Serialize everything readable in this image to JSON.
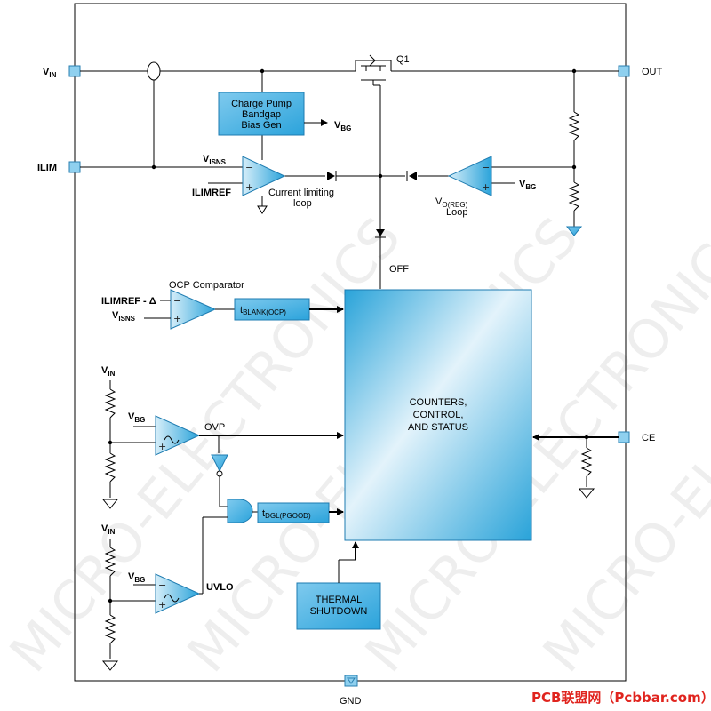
{
  "watermark": "MICRO-ELECTRONICS",
  "credit": "PCB联盟网（Pcbbar.com）",
  "pins": {
    "vin": "V",
    "vin_sub": "IN",
    "ilim": "ILIM",
    "out": "OUT",
    "ce": "CE",
    "gnd": "GND"
  },
  "transistor": "Q1",
  "chargepump": [
    "Charge Pump",
    "Bandgap",
    "Bias Gen"
  ],
  "vbg_out": "V",
  "vbg_out_sub": "BG",
  "visns": "V",
  "visns_sub": "ISNS",
  "ilimref": "ILIMREF",
  "current_loop": [
    "Current limiting",
    "loop"
  ],
  "vo_reg": "V",
  "vo_reg_sub": "O(REG)",
  "vo_reg_loop": "Loop",
  "vbg_reg": "V",
  "vbg_reg_sub": "BG",
  "off": "OFF",
  "ocp_title": "OCP Comparator",
  "ocp_in1": "ILIMREF - Δ",
  "ocp_in2": "V",
  "ocp_in2_sub": "ISNS",
  "tblank": "t",
  "tblank_sub": "BLANK(OCP)",
  "vin2": "V",
  "vin2_sub": "IN",
  "vbg_ovp": "V",
  "vbg_ovp_sub": "BG",
  "ovp": "OVP",
  "tdgl": "t",
  "tdgl_sub": "DGL(PGOOD)",
  "vin3": "V",
  "vin3_sub": "IN",
  "vbg_uvlo": "V",
  "vbg_uvlo_sub": "BG",
  "uvlo": "UVLO",
  "thermal": [
    "THERMAL",
    "SHUTDOWN"
  ],
  "counters": [
    "COUNTERS,",
    "CONTROL,",
    "AND STATUS"
  ],
  "amp_minus": "−",
  "amp_plus": "+",
  "colors": {
    "block_dark": "#29a3d9",
    "block_light": "#d8eef9",
    "wire": "#000000"
  }
}
